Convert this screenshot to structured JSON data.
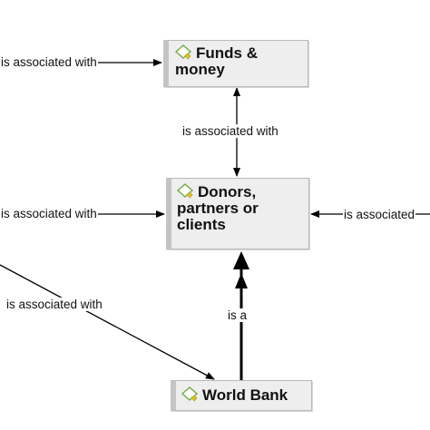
{
  "nodes": {
    "funds": {
      "label_line1": "Funds &",
      "label_line2": "money",
      "icon": "concept-icon"
    },
    "donors": {
      "label_line1": "Donors,",
      "label_line2": "partners or",
      "label_line3": "clients",
      "icon": "concept-icon"
    },
    "world_bank": {
      "label": "World Bank",
      "icon": "concept-icon"
    }
  },
  "edges": {
    "top_left_to_funds": "is associated with",
    "funds_donors": "is associated with",
    "mid_left_to_donors": "is associated with",
    "right_to_donors": "is associated",
    "bottom_left_to_world_bank": "is associated with",
    "world_bank_is_a_donors": "is a"
  },
  "colors": {
    "node_fill": "#eeeeee",
    "node_border": "#b9b9b9",
    "edge": "#000000",
    "icon_green": "#6fa83a",
    "icon_yellow": "#e4c51c"
  }
}
